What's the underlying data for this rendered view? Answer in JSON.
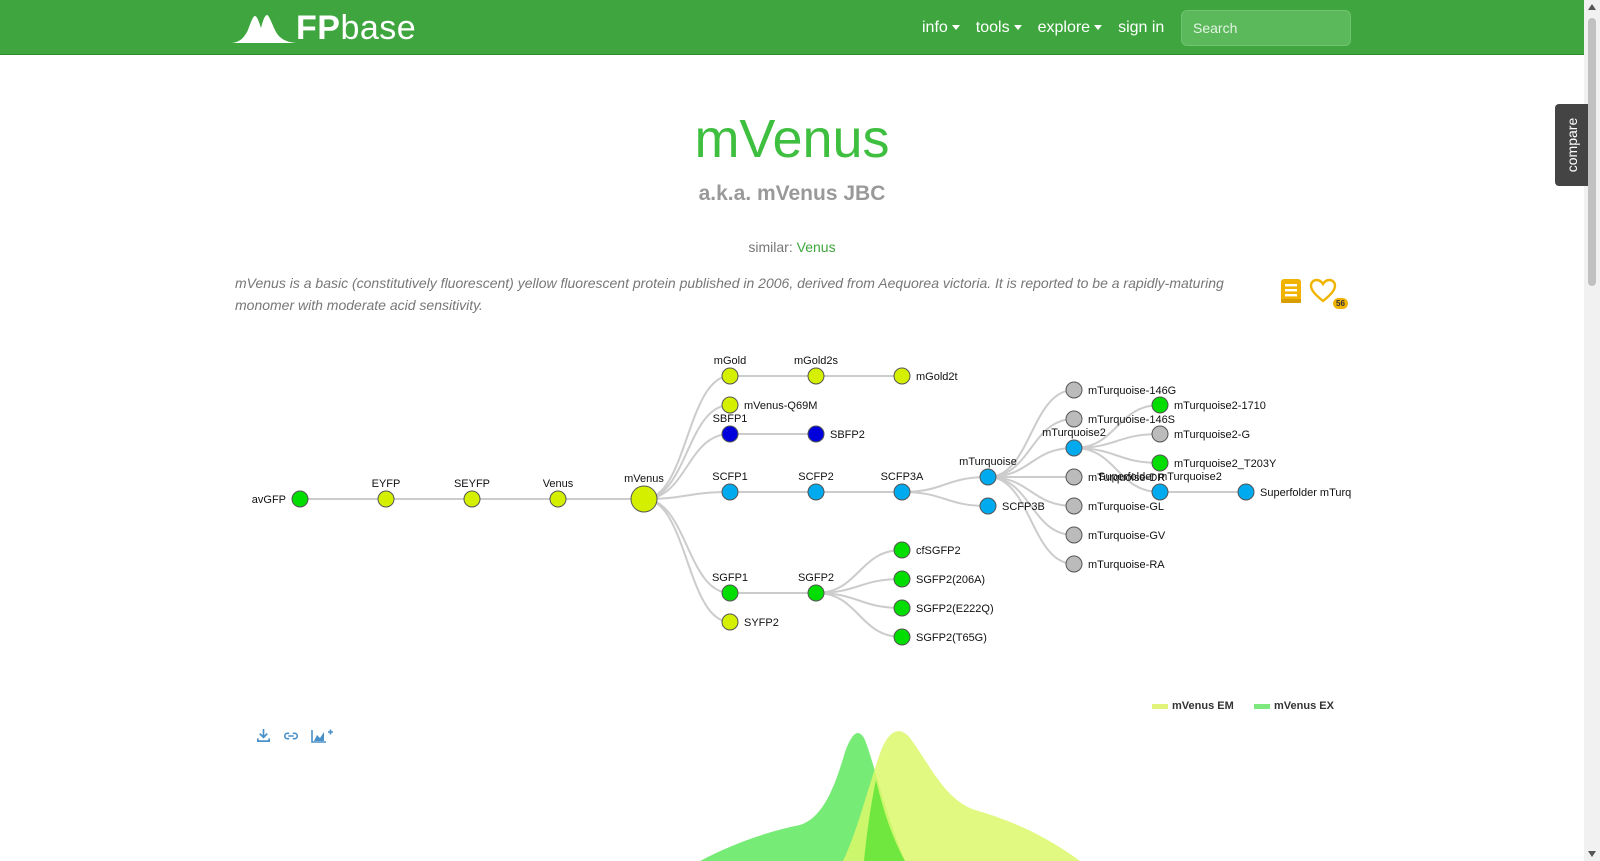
{
  "nav": {
    "logo_bold": "FP",
    "logo_light": "base",
    "items": [
      {
        "label": "info"
      },
      {
        "label": "tools"
      },
      {
        "label": "explore"
      },
      {
        "label": "sign in"
      }
    ],
    "search_placeholder": "Search"
  },
  "compare_label": "compare",
  "protein": {
    "name": "mVenus",
    "aka": "a.k.a. mVenus JBC",
    "similar_label": "similar:",
    "similar_link": "Venus",
    "description": "mVenus is a basic (constitutively fluorescent) yellow fluorescent protein published in 2006, derived from Aequorea victoria. It is reported to be a rapidly-maturing monomer with moderate acid sensitivity.",
    "favorite_count": "56"
  },
  "lineage": {
    "nodes": [
      {
        "id": "avGFP",
        "label": "avGFP",
        "color": "#00dd00",
        "label_side": "left"
      },
      {
        "id": "EYFP",
        "label": "EYFP",
        "color": "#d4f000",
        "label_side": "top"
      },
      {
        "id": "SEYFP",
        "label": "SEYFP",
        "color": "#d4f000",
        "label_side": "top"
      },
      {
        "id": "Venus",
        "label": "Venus",
        "color": "#d4f000",
        "label_side": "top"
      },
      {
        "id": "mVenus",
        "label": "mVenus",
        "color": "#d4f000",
        "label_side": "top",
        "highlight": true
      },
      {
        "id": "mGold",
        "label": "mGold",
        "color": "#d4f000",
        "label_side": "top"
      },
      {
        "id": "mGold2s",
        "label": "mGold2s",
        "color": "#d4f000",
        "label_side": "top"
      },
      {
        "id": "mGold2t",
        "label": "mGold2t",
        "color": "#d4f000",
        "label_side": "right"
      },
      {
        "id": "mVenus-Q69M",
        "label": "mVenus-Q69M",
        "color": "#d4f000",
        "label_side": "right"
      },
      {
        "id": "SBFP1",
        "label": "SBFP1",
        "color": "#0000dd",
        "label_side": "top"
      },
      {
        "id": "SBFP2",
        "label": "SBFP2",
        "color": "#0000dd",
        "label_side": "right"
      },
      {
        "id": "SCFP1",
        "label": "SCFP1",
        "color": "#00aaee",
        "label_side": "top"
      },
      {
        "id": "SCFP2",
        "label": "SCFP2",
        "color": "#00aaee",
        "label_side": "top"
      },
      {
        "id": "SCFP3A",
        "label": "SCFP3A",
        "color": "#00aaee",
        "label_side": "top"
      },
      {
        "id": "mTurquoise",
        "label": "mTurquoise",
        "color": "#00aaee",
        "label_side": "top"
      },
      {
        "id": "SCFP3B",
        "label": "SCFP3B",
        "color": "#00aaee",
        "label_side": "right"
      },
      {
        "id": "mTurquoise-146G",
        "label": "mTurquoise-146G",
        "color": "#bbbbbb",
        "label_side": "right"
      },
      {
        "id": "mTurquoise-146S",
        "label": "mTurquoise-146S",
        "color": "#bbbbbb",
        "label_side": "right"
      },
      {
        "id": "mTurquoise2",
        "label": "mTurquoise2",
        "color": "#00aaee",
        "label_side": "top"
      },
      {
        "id": "mTurquoise-DR",
        "label": "mTurquoise-DR",
        "color": "#bbbbbb",
        "label_side": "right"
      },
      {
        "id": "mTurquoise-GL",
        "label": "mTurquoise-GL",
        "color": "#bbbbbb",
        "label_side": "right"
      },
      {
        "id": "mTurquoise-GV",
        "label": "mTurquoise-GV",
        "color": "#bbbbbb",
        "label_side": "right"
      },
      {
        "id": "mTurquoise-RA",
        "label": "mTurquoise-RA",
        "color": "#bbbbbb",
        "label_side": "right"
      },
      {
        "id": "mTurquoise2-1710",
        "label": "mTurquoise2-1710",
        "color": "#00dd00",
        "label_side": "right"
      },
      {
        "id": "mTurquoise2-G",
        "label": "mTurquoise2-G",
        "color": "#bbbbbb",
        "label_side": "right"
      },
      {
        "id": "mTurquoise2_T203Y",
        "label": "mTurquoise2_T203Y",
        "color": "#00dd00",
        "label_side": "right"
      },
      {
        "id": "Superfolder mTurquoise2",
        "label": "Superfolder mTurquoise2",
        "color": "#00aaee",
        "label_side": "top"
      },
      {
        "id": "Superfolder mTurq",
        "label": "Superfolder mTurq",
        "color": "#00aaee",
        "label_side": "right"
      },
      {
        "id": "SGFP1",
        "label": "SGFP1",
        "color": "#00dd00",
        "label_side": "top"
      },
      {
        "id": "SGFP2",
        "label": "SGFP2",
        "color": "#00dd00",
        "label_side": "top"
      },
      {
        "id": "SYFP2",
        "label": "SYFP2",
        "color": "#d4f000",
        "label_side": "right"
      },
      {
        "id": "cfSGFP2",
        "label": "cfSGFP2",
        "color": "#00dd00",
        "label_side": "right"
      },
      {
        "id": "SGFP2(206A)",
        "label": "SGFP2(206A)",
        "color": "#00dd00",
        "label_side": "right"
      },
      {
        "id": "SGFP2(E222Q)",
        "label": "SGFP2(E222Q)",
        "color": "#00dd00",
        "label_side": "right"
      },
      {
        "id": "SGFP2(T65G)",
        "label": "SGFP2(T65G)",
        "color": "#00dd00",
        "label_side": "right"
      }
    ],
    "edges": [
      [
        "avGFP",
        "EYFP"
      ],
      [
        "EYFP",
        "SEYFP"
      ],
      [
        "SEYFP",
        "Venus"
      ],
      [
        "Venus",
        "mVenus"
      ],
      [
        "mVenus",
        "mGold"
      ],
      [
        "mGold",
        "mGold2s"
      ],
      [
        "mGold2s",
        "mGold2t"
      ],
      [
        "mVenus",
        "mVenus-Q69M"
      ],
      [
        "mVenus",
        "SBFP1"
      ],
      [
        "SBFP1",
        "SBFP2"
      ],
      [
        "mVenus",
        "SCFP1"
      ],
      [
        "SCFP1",
        "SCFP2"
      ],
      [
        "SCFP2",
        "SCFP3A"
      ],
      [
        "SCFP3A",
        "mTurquoise"
      ],
      [
        "SCFP3A",
        "SCFP3B"
      ],
      [
        "mTurquoise",
        "mTurquoise-146G"
      ],
      [
        "mTurquoise",
        "mTurquoise-146S"
      ],
      [
        "mTurquoise",
        "mTurquoise2"
      ],
      [
        "mTurquoise",
        "mTurquoise-DR"
      ],
      [
        "mTurquoise",
        "mTurquoise-GL"
      ],
      [
        "mTurquoise",
        "mTurquoise-GV"
      ],
      [
        "mTurquoise",
        "mTurquoise-RA"
      ],
      [
        "mTurquoise2",
        "mTurquoise2-1710"
      ],
      [
        "mTurquoise2",
        "mTurquoise2-G"
      ],
      [
        "mTurquoise2",
        "mTurquoise2_T203Y"
      ],
      [
        "mTurquoise2",
        "Superfolder mTurquoise2"
      ],
      [
        "Superfolder mTurquoise2",
        "Superfolder mTurq"
      ],
      [
        "mVenus",
        "SGFP1"
      ],
      [
        "mVenus",
        "SYFP2"
      ],
      [
        "SGFP1",
        "SGFP2"
      ],
      [
        "SGFP2",
        "cfSGFP2"
      ],
      [
        "SGFP2",
        "SGFP2(206A)"
      ],
      [
        "SGFP2",
        "SGFP2(E222Q)"
      ],
      [
        "SGFP2",
        "SGFP2(T65G)"
      ]
    ]
  },
  "spectra": {
    "legend": [
      {
        "label": "mVenus EM",
        "color": "#e2f57a"
      },
      {
        "label": "mVenus EX",
        "color": "#7de87d"
      }
    ],
    "tool_icons": [
      "download-icon",
      "link-icon",
      "add-chart-icon"
    ]
  }
}
